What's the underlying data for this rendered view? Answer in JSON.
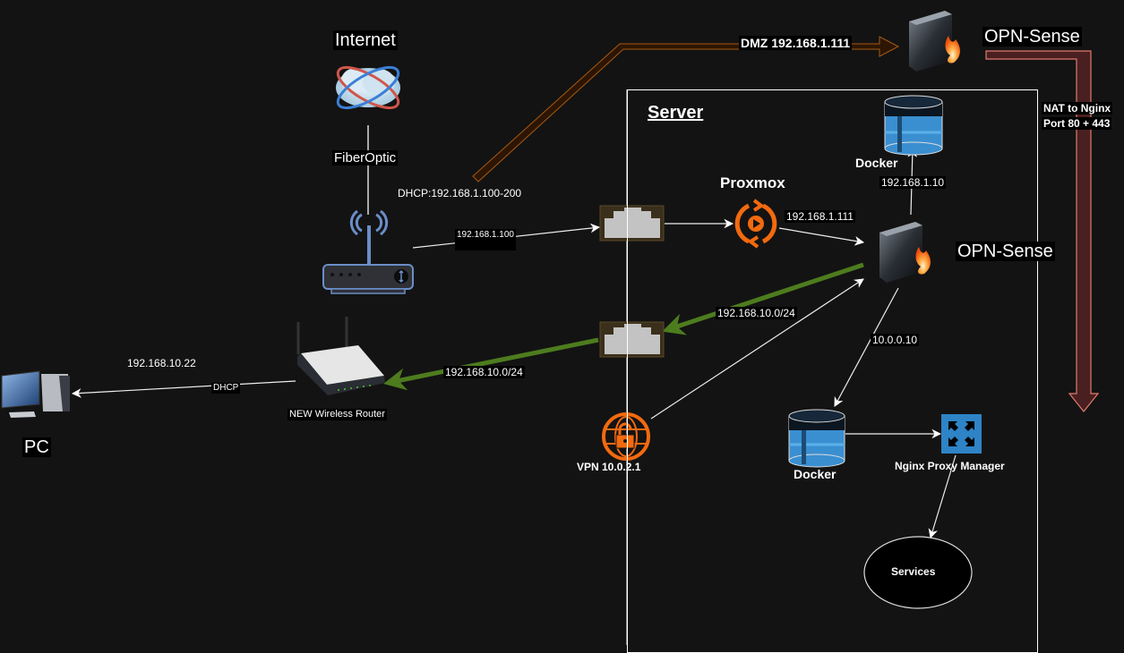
{
  "diagram": {
    "server_container": {
      "title": "Server"
    },
    "nodes": {
      "internet": {
        "label": "Internet",
        "icon": "cloud-globe-icon"
      },
      "isp_router": {
        "icon": "wifi-router-icon"
      },
      "opnsense_dmz": {
        "label": "OPN-Sense",
        "icon": "firewall-icon"
      },
      "nic_wan": {
        "icon": "ethernet-port-icon"
      },
      "nic_lan": {
        "icon": "ethernet-port-icon"
      },
      "proxmox": {
        "label": "Proxmox",
        "icon": "proxmox-icon"
      },
      "opnsense_vm": {
        "label": "OPN-Sense",
        "icon": "firewall-icon"
      },
      "docker_top": {
        "label": "Docker",
        "icon": "database-icon"
      },
      "docker_bottom": {
        "label": "Docker",
        "icon": "database-icon"
      },
      "nginx": {
        "label": "Nginx Proxy Manager",
        "icon": "expand-arrows-icon"
      },
      "services": {
        "label": "Services"
      },
      "vpn": {
        "label": "VPN 10.0.2.1",
        "icon": "vpn-globe-lock-icon"
      },
      "wireless_router": {
        "label": "NEW Wireless Router",
        "icon": "wireless-router-icon"
      },
      "pc": {
        "label": "PC",
        "icon": "desktop-pc-icon"
      }
    },
    "edge_labels": {
      "fiber": "FiberOptic",
      "dhcp_range": "DHCP:192.168.1.100-200",
      "wan_ip": "192.168.1.100",
      "dmz": "DMZ 192.168.1.111",
      "nat_line1": "NAT to Nginx",
      "nat_line2": "Port 80 + 443",
      "proxmox_ip": "192.168.1.111",
      "docker_top_ip": "192.168.1.10",
      "lan_subnet_a": "192.168.10.0/24",
      "lan_subnet_b": "192.168.10.0/24",
      "docker_ip": "10.0.0.10",
      "pc_ip": "192.168.10.22",
      "pc_link": "DHCP"
    },
    "colors": {
      "background": "#131313",
      "dmz_arrow_fill": "#2d1504",
      "dmz_arrow_stroke": "#a45a14",
      "nat_arrow_fill": "#4a1f1f",
      "nat_arrow_stroke": "#e07a6e",
      "lan_green": "#4d7c1e",
      "accent_orange": "#f26a0f",
      "docker_blue": "#3a8fd1",
      "nginx_blue": "#2e84c6"
    }
  }
}
